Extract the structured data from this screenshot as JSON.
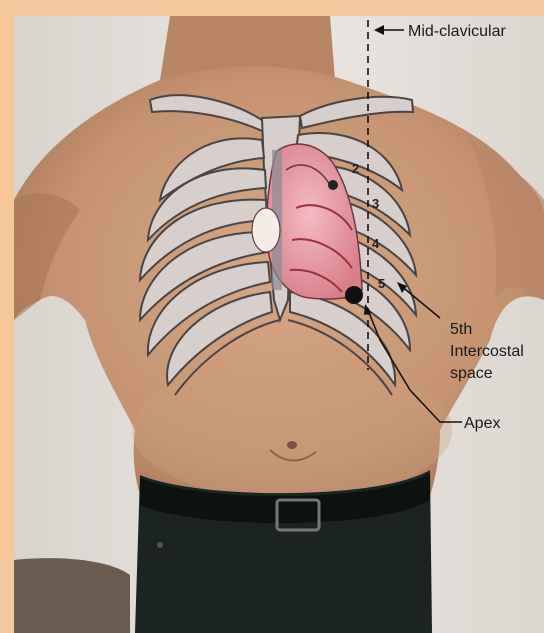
{
  "labels": {
    "midclavicular": "Mid-clavicular",
    "intercostal_line1": "5th",
    "intercostal_line2": "Intercostal",
    "intercostal_line3": "space",
    "apex": "Apex"
  },
  "rib_numbers": [
    "2",
    "3",
    "4",
    "5"
  ],
  "colors": {
    "border": "#f6c79a",
    "background": "#e6e1dc",
    "skin": "#c99a79",
    "rib_fill": "#d8cfcd",
    "rib_stroke": "#4a4444",
    "heart": "#e8a3aa",
    "trousers": "#1b2422"
  }
}
